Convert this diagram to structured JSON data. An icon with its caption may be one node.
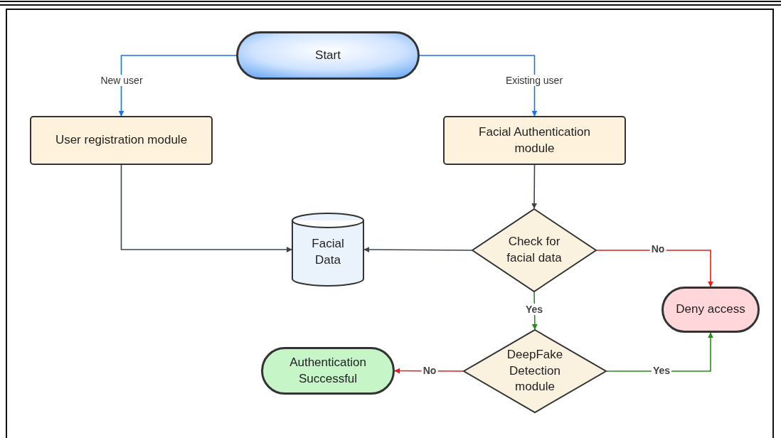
{
  "diagram": {
    "nodes": [
      {
        "text": [
          "Start"
        ]
      },
      {
        "text": [
          "User registration module"
        ]
      },
      {
        "text": [
          "Facial Authentication module"
        ]
      },
      {
        "text": [
          "Facial Data"
        ]
      },
      {
        "text": [
          "Check for facial data"
        ]
      },
      {
        "text": [
          "Deny access"
        ]
      },
      {
        "text": [
          "DeepFake Detection module"
        ]
      },
      {
        "text": [
          "Authentication Successful"
        ]
      }
    ],
    "edges": [
      {
        "from": 0,
        "to": 1,
        "arrow": "to",
        "label": "New user",
        "color": "#1a73e8"
      },
      {
        "from": 0,
        "to": 2,
        "arrow": "to",
        "label": "Existing user",
        "color": "#1a73e8"
      },
      {
        "from": 1,
        "to": 3,
        "arrow": "to"
      },
      {
        "from": 2,
        "to": 4,
        "arrow": "to"
      },
      {
        "from": 4,
        "to": 3,
        "arrow": "to"
      },
      {
        "from": 4,
        "to": 5,
        "arrow": "to",
        "label": "No",
        "color": "#e0201b"
      },
      {
        "from": 4,
        "to": 6,
        "arrow": "to",
        "label": "Yes",
        "color": "#2a8a20"
      },
      {
        "from": 6,
        "to": 7,
        "arrow": "to",
        "label": "No",
        "color": "#e0201b"
      },
      {
        "from": 6,
        "to": 5,
        "arrow": "to",
        "label": "Yes",
        "color": "#2a8a20"
      }
    ]
  }
}
